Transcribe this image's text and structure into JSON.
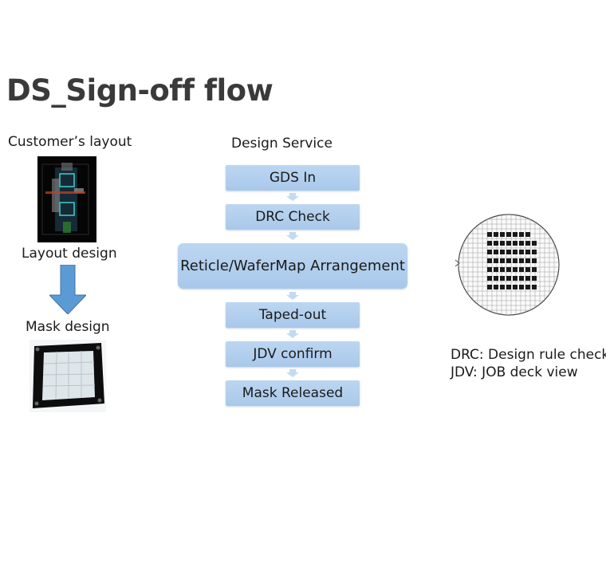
{
  "title": "DS_Sign-off flow",
  "left_column": {
    "customer_layout_label": "Customer’s layout",
    "layout_design_label": "Layout design",
    "mask_design_label": "Mask design"
  },
  "design_service": {
    "label": "Design Service",
    "steps": [
      "GDS In",
      "DRC  Check",
      "Reticle/WaferMap Arrangement",
      "Taped-out",
      "JDV confirm",
      "Mask Released"
    ]
  },
  "legend": {
    "lines": [
      "DRC: Design rule check",
      "JDV: JOB deck view"
    ]
  },
  "colors": {
    "step_fill": "#b4d0ef",
    "arrow_fill": "#5b9bd5",
    "connector": "#c5d9f1"
  }
}
